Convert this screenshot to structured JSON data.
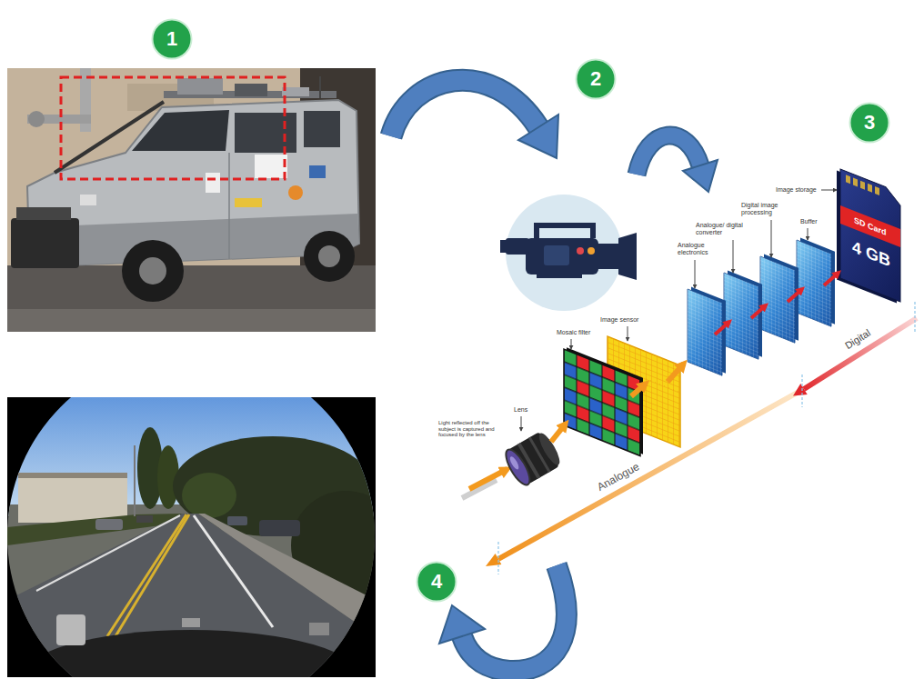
{
  "diagram": {
    "nodes": [
      {
        "text": [
          "1"
        ]
      },
      {
        "text": [
          "2"
        ]
      },
      {
        "text": [
          "3"
        ]
      },
      {
        "text": [
          "4"
        ]
      }
    ],
    "labels": [
      "Image storage",
      "SD Card",
      "4 GB",
      "Buffer",
      "Digital image processing",
      "Analogue/ digital converter",
      "Analogue electronics",
      "Image sensor",
      "Mosaic filter",
      "Lens",
      "Light reflected off the subject is captured and focused by the lens",
      "Digital",
      "Analogue"
    ]
  }
}
